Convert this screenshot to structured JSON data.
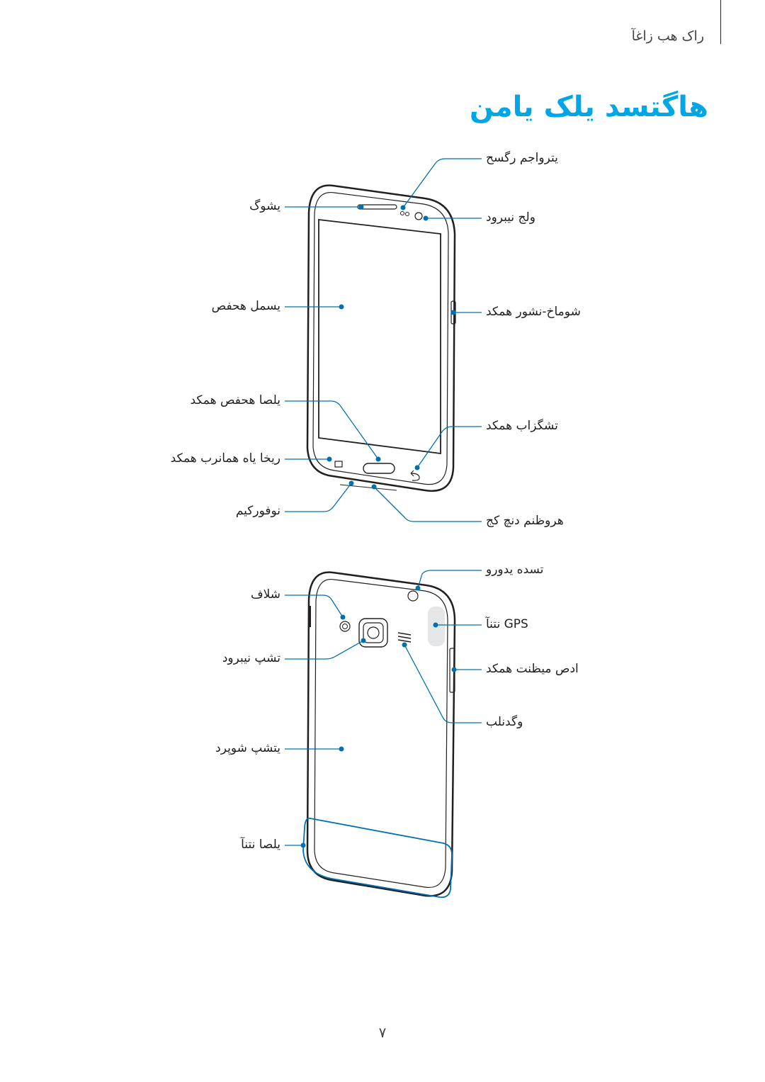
{
  "header": {
    "section": "راک هب زاغآ"
  },
  "title": "هاگتسد یلک یامن",
  "front_view": {
    "left_labels": {
      "speaker": "یشوگ",
      "touchscreen": "یسمل هحفص",
      "home_key": "یلصا هحفص همکد",
      "recent_apps_key": "ریخا یاه همانرب همکد",
      "microphone": "نوفورکیم"
    },
    "right_labels": {
      "proximity_sensor": "یتروا‌جم رگسح",
      "front_camera": "ولج نیبرود",
      "power_key": "شوماخ-نشور همکد",
      "back_key": "تشگزاب همکد",
      "headset_jack": "هروظنم دنچ کج"
    }
  },
  "back_view": {
    "left_labels": {
      "flash": "شلاف",
      "rear_camera": "تشپ نیبرود",
      "back_cover": "یتشپ شوپرد",
      "main_antenna": "یلصا نتنآ"
    },
    "right_labels": {
      "strap_hole": "تسده یدورو",
      "gps_antenna": "GPS نتنآ",
      "volume_key": "ادص میظنت همکد",
      "speaker": "وگدنلب"
    }
  },
  "colors": {
    "accent": "#00a6e6",
    "callout": "#0070b0",
    "outline": "#231f20"
  },
  "page_number": "۷"
}
